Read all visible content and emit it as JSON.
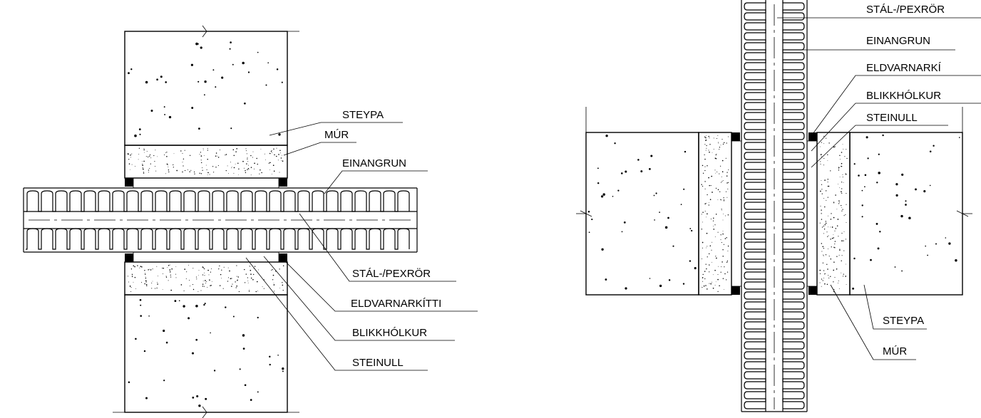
{
  "detail_horizontal": {
    "labels": {
      "steypa": "STEYPA",
      "mur": "MÚR",
      "einangrun": "EINANGRUN",
      "stal_pexror": "STÁL-/PEXRÖR",
      "eldvarnarkitti": "ELDVARNARKÍTTI",
      "blikkholkur": "BLIKKHÓLKUR",
      "steinull": "STEINULL"
    }
  },
  "detail_vertical": {
    "labels": {
      "stal_pexror": "STÁL-/PEXRÖR",
      "einangrun": "EINANGRUN",
      "eldvarnarkitti": "ELDVARNARKÍ",
      "blikkholkur": "BLIKKHÓLKUR",
      "steinull": "STEINULL",
      "steypa": "STEYPA",
      "mur": "MÚR"
    }
  },
  "colors": {
    "line": "#000000",
    "background": "#ffffff"
  }
}
